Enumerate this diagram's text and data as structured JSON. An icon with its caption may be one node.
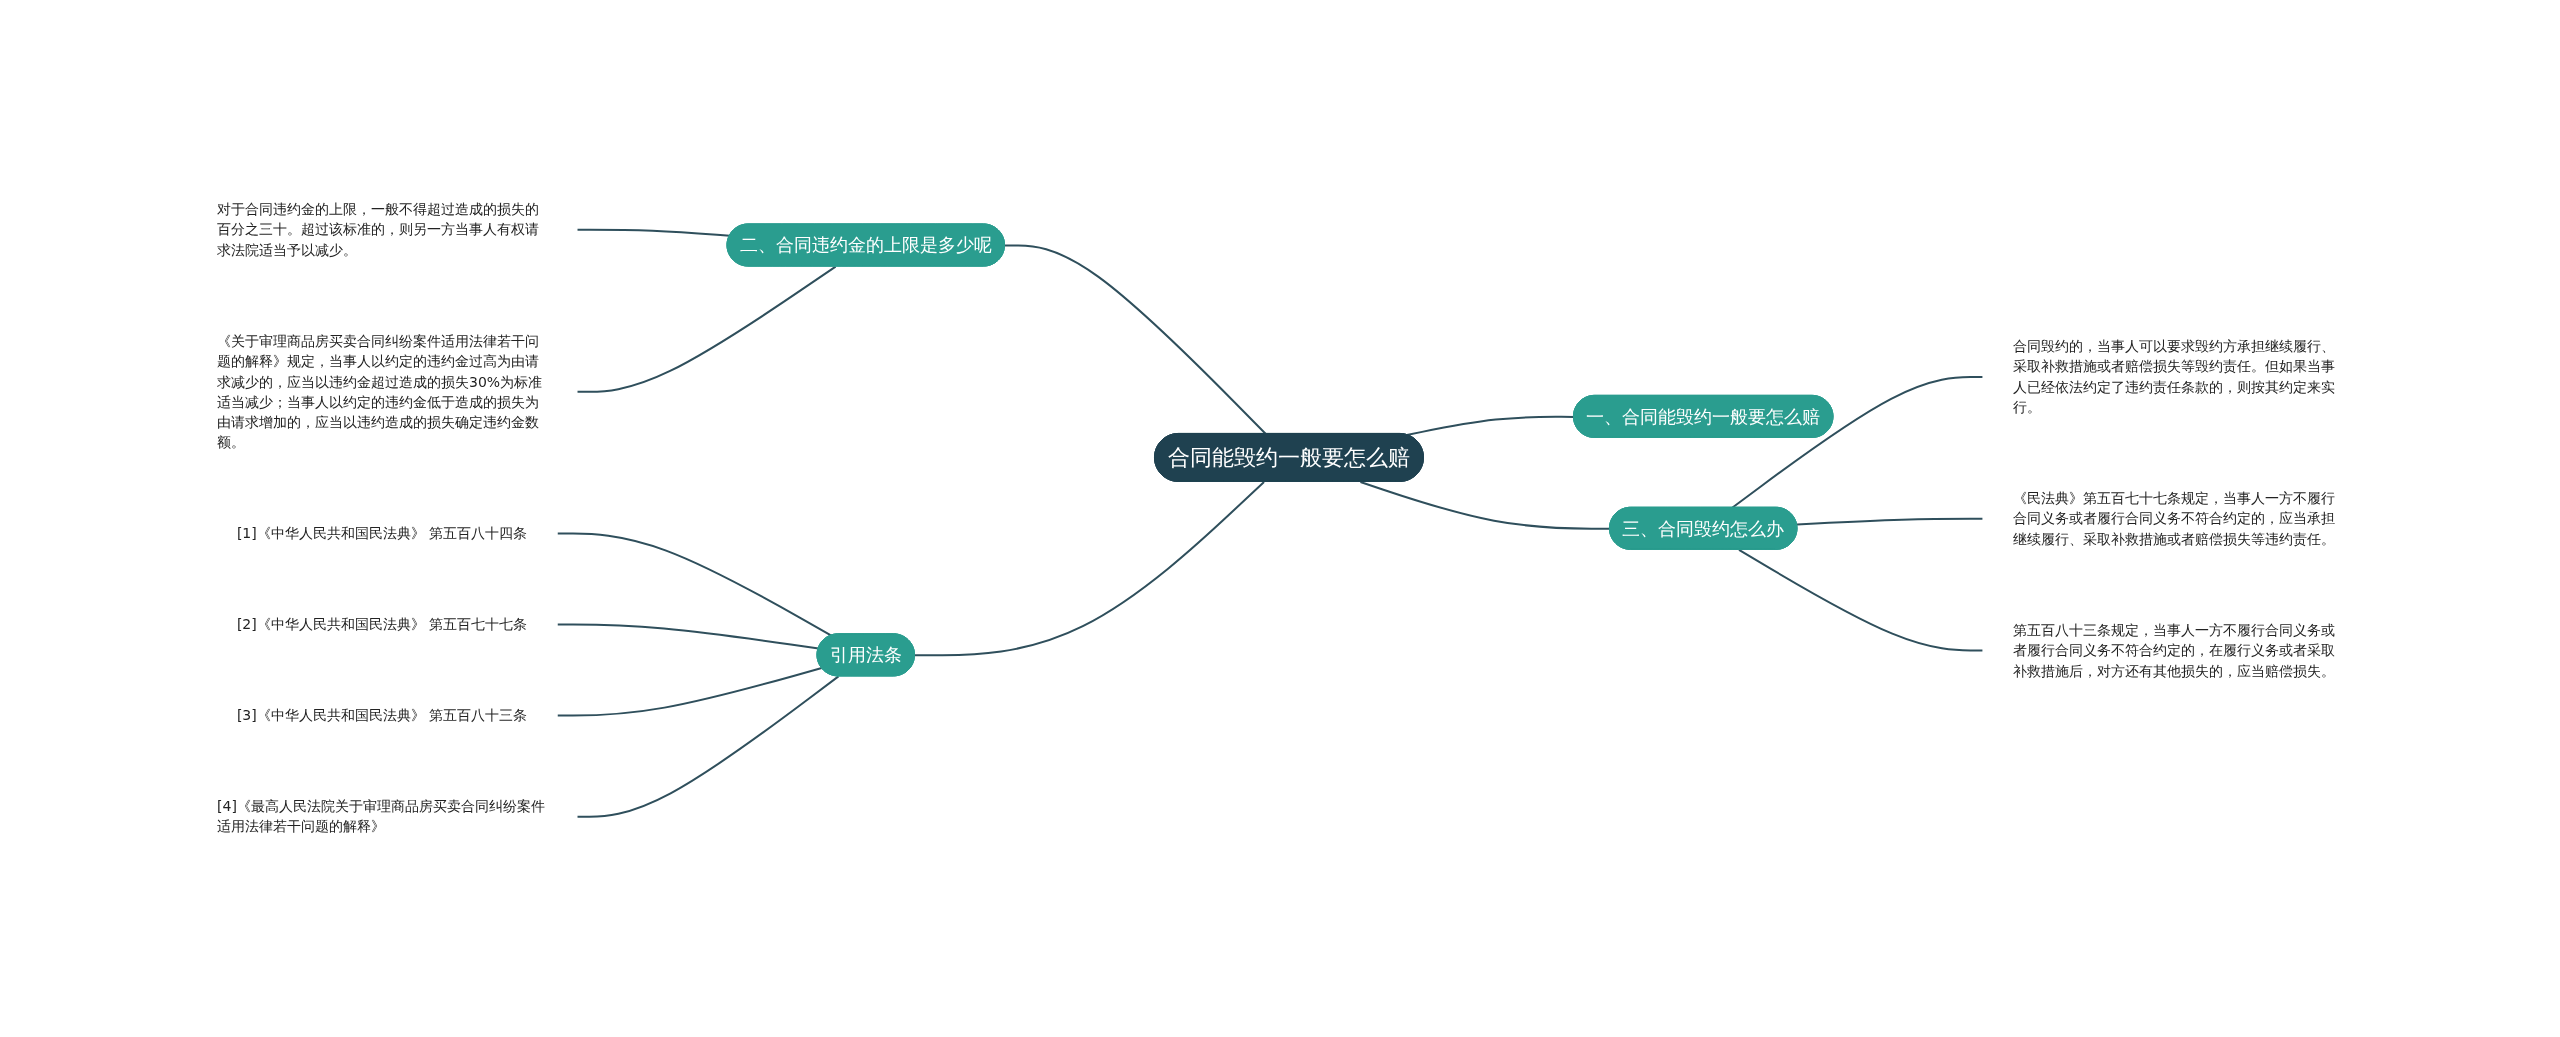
{
  "diagram": {
    "nodes": [
      {
        "text": [
          "合同能毁约一般要怎么赔"
        ]
      },
      {
        "text": [
          "一、合同能毁约一般要怎么赔"
        ]
      },
      {
        "text": [
          "三、合同毁约怎么办"
        ]
      },
      {
        "text": [
          "合同毁约的，当事人可以要求毁约方承担继续履行、采取补救措施或者赔偿损失等毁约责任。但如果当事人已经依法约定了违约责任条款的，则按其约定来实行。"
        ]
      },
      {
        "text": [
          "《民法典》第五百七十七条规定，当事人一方不履行合同义务或者履行合同义务不符合约定的，应当承担继续履行、采取补救措施或者赔偿损失等违约责任。"
        ]
      },
      {
        "text": [
          "第五百八十三条规定，当事人一方不履行合同义务或者履行合同义务不符合约定的，在履行义务或者采取补救措施后，对方还有其他损失的，应当赔偿损失。"
        ]
      },
      {
        "text": [
          "二、合同违约金的上限是多少呢"
        ]
      },
      {
        "text": [
          "对于合同违约金的上限，一般不得超过造成的损失的百分之三十。超过该标准的，则另一方当事人有权请求法院适当予以减少。"
        ]
      },
      {
        "text": [
          "《关于审理商品房买卖合同纠纷案件适用法律若干问题的解释》规定，当事人以约定的违约金过高为由请求减少的，应当以违约金超过造成的损失30%为标准适当减少；当事人以约定的违约金低于造成的损失为由请求增加的，应当以违约造成的损失确定违约金数额。"
        ]
      },
      {
        "text": [
          "引用法条"
        ]
      },
      {
        "text": [
          "[1]《中华人民共和国民法典》 第五百八十四条"
        ]
      },
      {
        "text": [
          "[2]《中华人民共和国民法典》 第五百七十七条"
        ]
      },
      {
        "text": [
          "[3]《中华人民共和国民法典》 第五百八十三条"
        ]
      },
      {
        "text": [
          "[4]《最高人民法院关于审理商品房买卖合同纠纷案件适用法律若干问题的解释》"
        ]
      }
    ],
    "edges": [
      {
        "from": 0,
        "to": 1,
        "arrow": "none"
      },
      {
        "from": 0,
        "to": 2,
        "arrow": "none"
      },
      {
        "from": 2,
        "to": 3,
        "arrow": "none"
      },
      {
        "from": 2,
        "to": 4,
        "arrow": "none"
      },
      {
        "from": 2,
        "to": 5,
        "arrow": "none"
      },
      {
        "from": 6,
        "to": 0,
        "arrow": "none"
      },
      {
        "from": 7,
        "to": 6,
        "arrow": "none"
      },
      {
        "from": 8,
        "to": 6,
        "arrow": "none"
      },
      {
        "from": 9,
        "to": 0,
        "arrow": "none"
      },
      {
        "from": 10,
        "to": 9,
        "arrow": "none"
      },
      {
        "from": 11,
        "to": 9,
        "arrow": "none"
      },
      {
        "from": 12,
        "to": 9,
        "arrow": "none"
      },
      {
        "from": 13,
        "to": 9,
        "arrow": "none"
      }
    ]
  }
}
